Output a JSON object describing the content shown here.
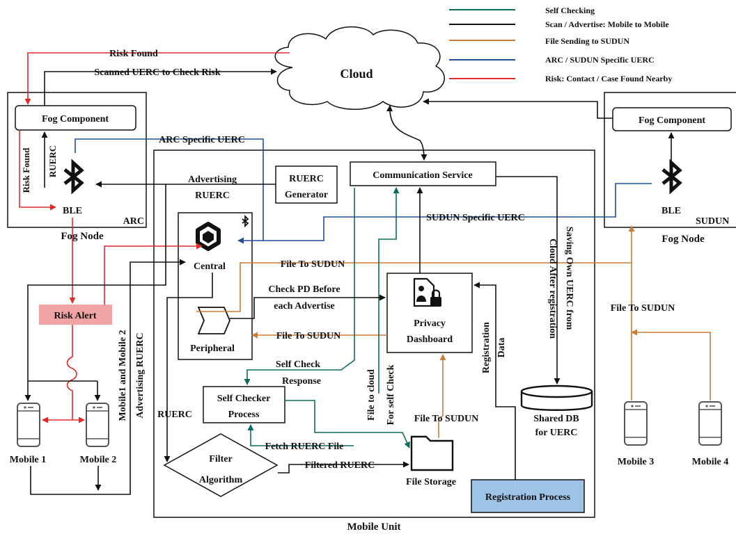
{
  "colors": {
    "self_checking": "#0b6b5e",
    "scan_advertise": "#111111",
    "file_sending": "#cd7a33",
    "arc_sudun_uerc": "#1f4e9b",
    "risk": "#e02a2a",
    "risk_alert_fill": "#f2a3a3",
    "registration_fill": "#9dc3e6"
  },
  "legend": {
    "self_checking": "Self Checking",
    "scan_advertise": "Scan / Advertise: Mobile to Mobile",
    "file_sending": "File Sending to SUDUN",
    "arc_sudun_uerc": "ARC / SUDUN Specific UERC",
    "risk": "Risk: Contact / Case Found Nearby"
  },
  "cloud": {
    "label": "Cloud"
  },
  "left_fog_node": {
    "title": "Fog Node",
    "fog_component": "Fog Component",
    "ble": "BLE",
    "corner": "ARC",
    "icon": "bluetooth-icon"
  },
  "right_fog_node": {
    "title": "Fog Node",
    "fog_component": "Fog Component",
    "ble": "BLE",
    "corner": "SUDUN",
    "icon": "bluetooth-icon"
  },
  "mobile_unit": {
    "title": "Mobile Unit",
    "ruerc_generator": [
      "RUERC",
      "Generator"
    ],
    "communication_service": "Communication Service",
    "central": "Central",
    "peripheral": "Peripheral",
    "privacy_dashboard": [
      "Privacy",
      "Dashboard"
    ],
    "self_checker": [
      "Self Checker",
      "Process"
    ],
    "filter_algorithm": [
      "Filter",
      "Algorithm"
    ],
    "file_storage": "File Storage",
    "shared_db": [
      "Shared DB",
      "for UERC"
    ],
    "registration_process": "Registration Process"
  },
  "risk_alert": "Risk Alert",
  "mobiles": [
    "Mobile 1",
    "Mobile 2",
    "Mobile 3",
    "Mobile 4"
  ],
  "edge_labels": {
    "risk_found_top": "Risk Found",
    "scanned_uerc": "Scanned UERC to Check Risk",
    "arc_specific_uerc": "ARC Specific UERC",
    "ruerc_vertical": "RUERC",
    "risk_found_vertical": "Risk Found",
    "advertising_ruerc": [
      "Advertising",
      "RUERC"
    ],
    "sudun_specific_uerc": "SUDUN Specific UERC",
    "file_to_sudun": "File To SUDUN",
    "check_pd": [
      "Check PD Before",
      "each Advertise"
    ],
    "file_to_sudun_2": "File To SUDUN",
    "self_check_response": [
      "Self Check",
      "Response"
    ],
    "file_to_cloud": [
      "File to cloud",
      "For self Check"
    ],
    "saving_own_uerc": [
      "Saving Own UERC from",
      "Cloud After registration"
    ],
    "registration_data": [
      "Registration",
      "Data"
    ],
    "mobile12_advertising": [
      "Mobile1 and Mobile 2",
      "Advertising RUERC"
    ],
    "ruerc": "RUERC",
    "fetch_ruerc": "Fetch RUERC File",
    "filtered_ruerc": "Filtered RUERC",
    "file_to_sudun_3": "File To SUDUN",
    "file_to_sudun_right": "File To SUDUN"
  }
}
